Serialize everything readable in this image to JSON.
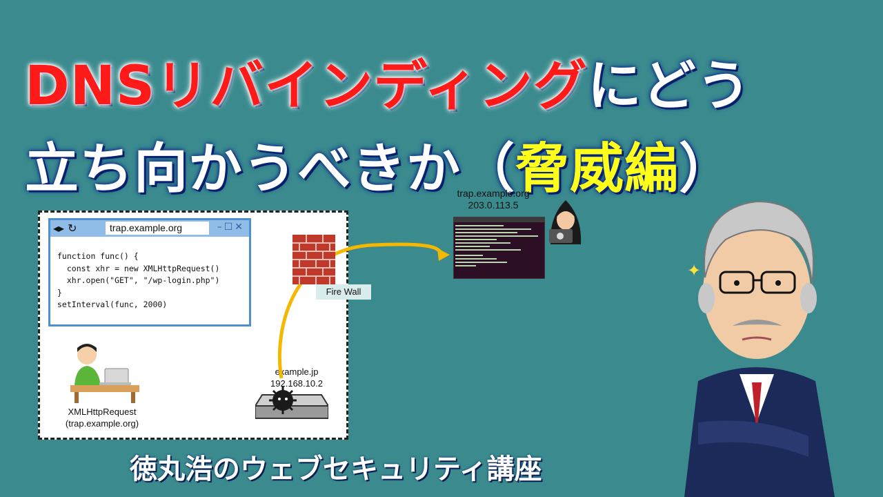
{
  "title": {
    "line1_red": "DNSリバインディング",
    "line1_white": "にどう",
    "line2_white": "立ち向かうべきか（",
    "line2_yellow": "脅威編",
    "line2_close": "）"
  },
  "browser": {
    "nav_glyphs": "◂▸ ↻",
    "url": "trap.example.org",
    "window_controls": "–☐✕",
    "code": "function func() {\n  const xhr = new XMLHttpRequest()\n  xhr.open(\"GET\", \"/wp-login.php\")\n}\nsetInterval(func, 2000)"
  },
  "victim": {
    "label_line1": "XMLHttpRequest",
    "label_line2": "(trap.example.org)"
  },
  "firewall": {
    "label": "Fire Wall"
  },
  "internal_server": {
    "host": "example.jp",
    "ip": "192.168.10.2"
  },
  "attacker": {
    "host": "trap.example.org",
    "ip": "203.0.113.5"
  },
  "footer": {
    "text": "徳丸浩のウェブセキュリティ講座"
  },
  "colors": {
    "background": "#3a8a8e",
    "title_red": "#ff1a1a",
    "title_yellow": "#ffff1a",
    "arrow": "#f5b800"
  }
}
